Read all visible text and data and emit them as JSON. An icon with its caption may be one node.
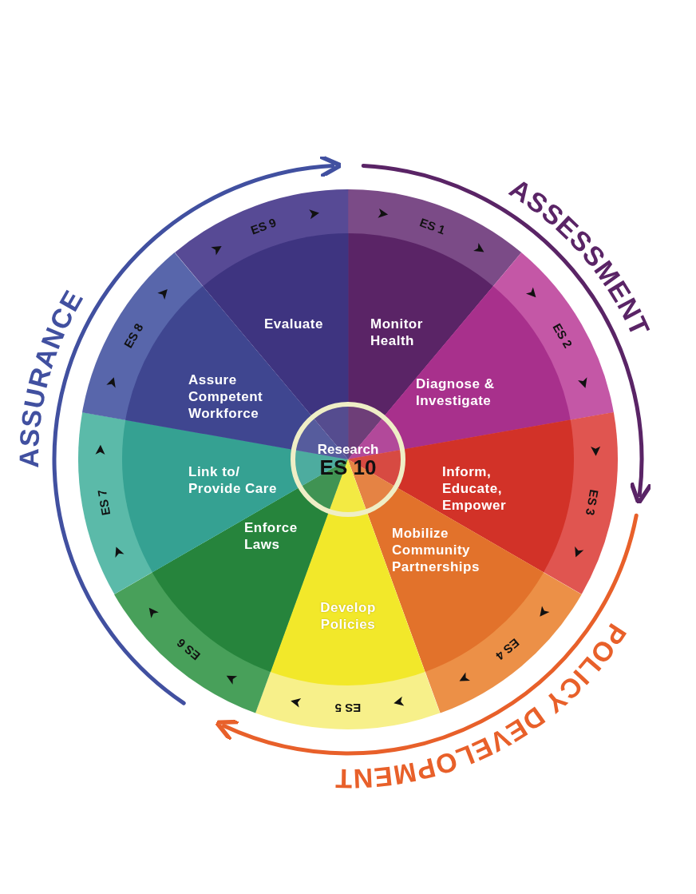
{
  "diagram": {
    "nodes": [
      {
        "text": [
          "ES 1",
          "Monitor Health"
        ]
      },
      {
        "text": [
          "ES 2",
          "Diagnose & Investigate"
        ]
      },
      {
        "text": [
          "ES 3",
          "Inform, Educate, Empower"
        ]
      },
      {
        "text": [
          "ES 4",
          "Mobilize Community Partnerships"
        ]
      },
      {
        "text": [
          "ES 5",
          "Develop Policies"
        ]
      },
      {
        "text": [
          "ES 6",
          "Enforce Laws"
        ]
      },
      {
        "text": [
          "ES 7",
          "Link to/ Provide Care"
        ]
      },
      {
        "text": [
          "ES 8",
          "Assure Competent Workforce"
        ]
      },
      {
        "text": [
          "ES 9",
          "Evaluate"
        ]
      },
      {
        "text": [
          "Research",
          "ES 10"
        ]
      }
    ],
    "labels": [
      "ASSESSMENT",
      "POLICY DEVELOPMENT",
      "ASSURANCE"
    ]
  }
}
